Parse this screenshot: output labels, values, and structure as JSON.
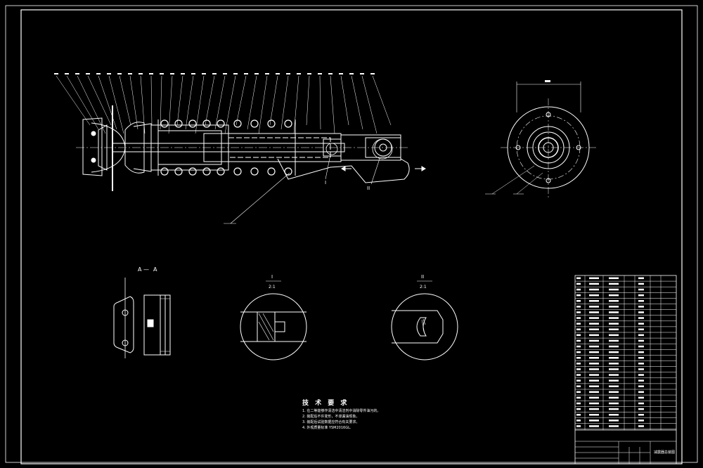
{
  "colors": {
    "background": "#000000",
    "line": "#ffffff"
  },
  "section_labels": {
    "aa_left": "A",
    "aa_sep": "—",
    "aa_right": "A",
    "detail1_num": "I",
    "detail1_scale": "2:1",
    "detail2_num": "II",
    "detail2_scale": "2:1",
    "callout1": "I",
    "callout2": "II"
  },
  "technical_requirements": {
    "title": "技 术 要 求",
    "items": [
      "1. 在二等能够作清洁中清洁剂中消除零件油污的。",
      "2. 装配后不许变形，不渗漏油现象。",
      "3. 装配后试验数据应符合有关要求。",
      "4. 外观质量标准 YSM2016GL."
    ]
  },
  "title_block": {
    "drawing_name": "减震器总装图"
  }
}
